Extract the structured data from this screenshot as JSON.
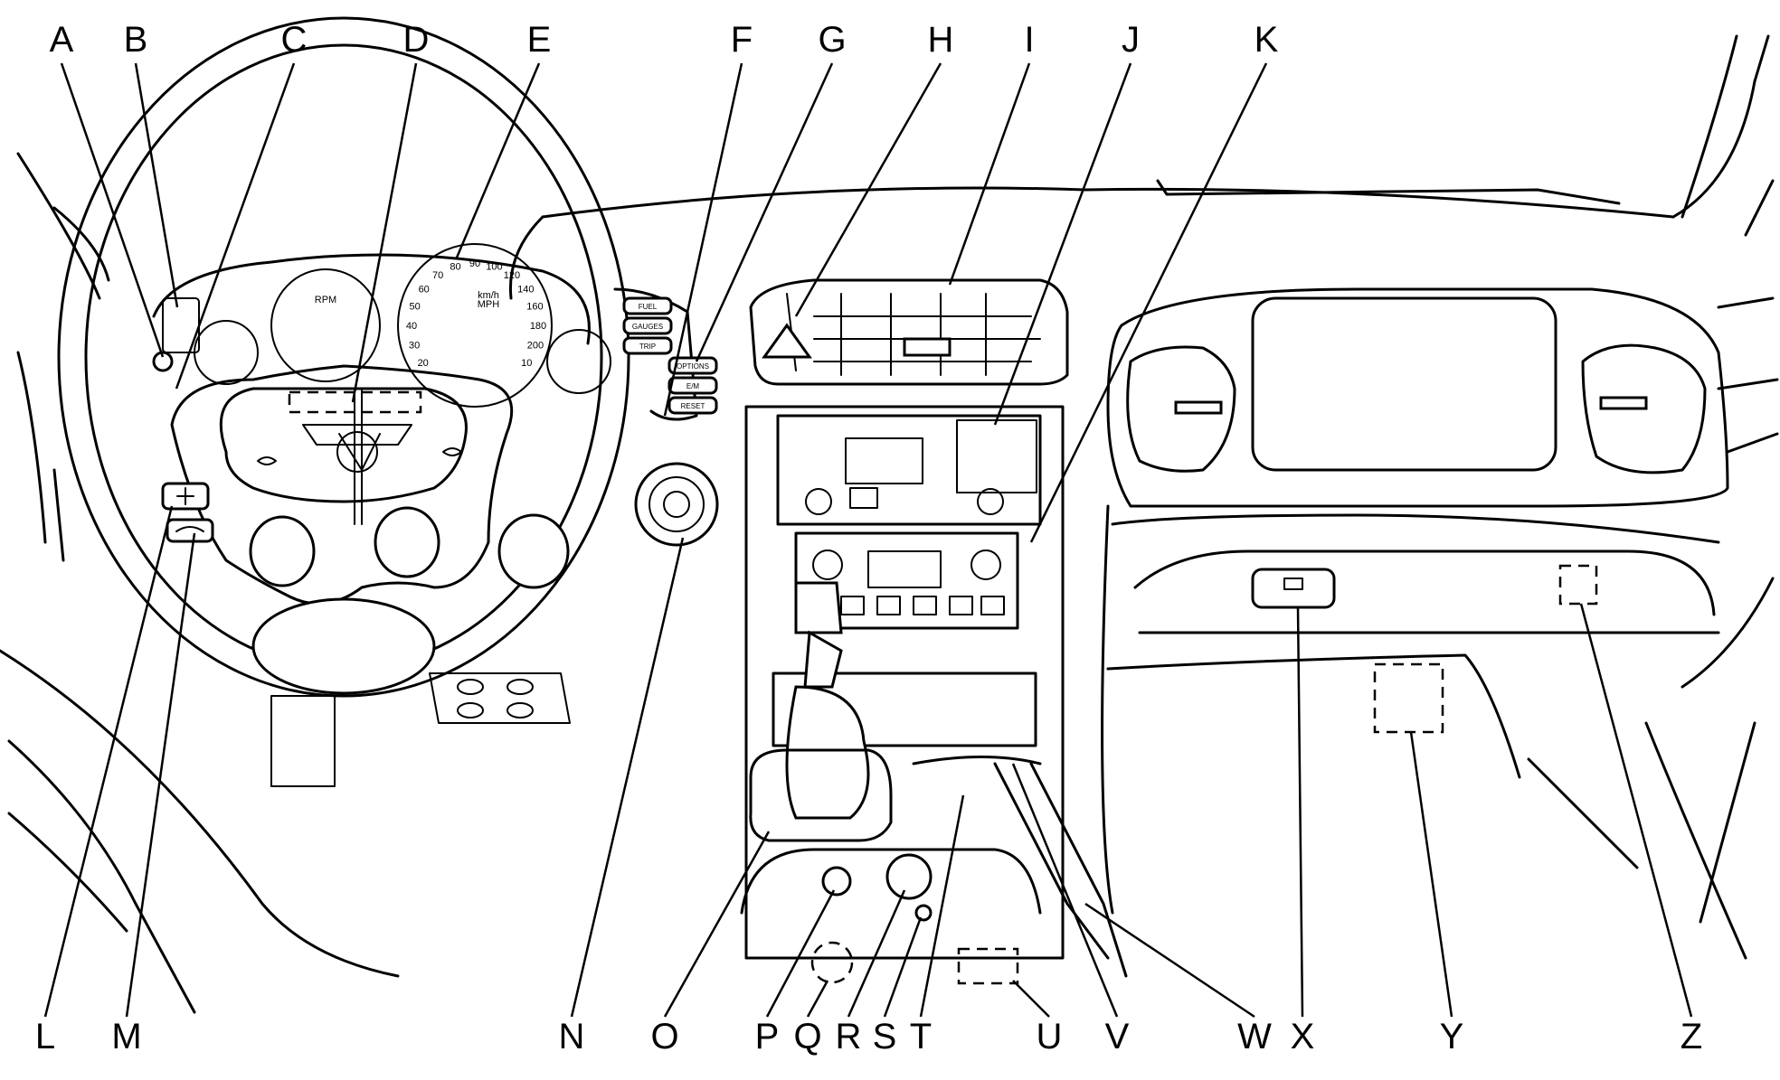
{
  "labels_top": [
    "A",
    "B",
    "C",
    "D",
    "E",
    "F",
    "G",
    "H",
    "I",
    "J",
    "K"
  ],
  "labels_bottom": [
    "L",
    "M",
    "N",
    "O",
    "P",
    "Q",
    "R",
    "S",
    "T",
    "U",
    "V",
    "W",
    "X",
    "Y",
    "Z"
  ],
  "cluster_text": {
    "rpm": "RPM",
    "mph": "MPH",
    "kmh": "km/h",
    "speed_ticks": [
      "20",
      "30",
      "40",
      "50",
      "60",
      "70",
      "80",
      "90",
      "100",
      "120",
      "140",
      "160",
      "180",
      "200",
      "10"
    ]
  },
  "dic_buttons": [
    "FUEL",
    "GAUGES",
    "TRIP",
    "OPTIONS",
    "E/M",
    "RESET"
  ]
}
